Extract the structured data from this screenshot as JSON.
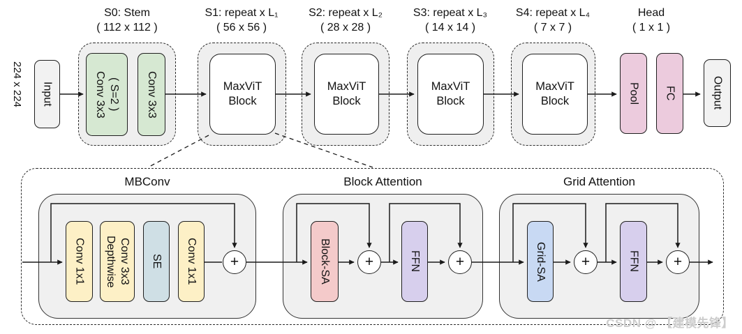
{
  "pipeline": {
    "input_size": "224 x 224",
    "input_label": "Input",
    "stem_conv1": "Conv 3x3\n( S=2 )",
    "stem_conv2": "Conv 3x3",
    "maxvit_block": "MaxViT\nBlock",
    "pool_label": "Pool",
    "fc_label": "FC",
    "output_label": "Output"
  },
  "stage_headers": [
    {
      "title": "S0: Stem",
      "size": "( 112 x 112 )"
    },
    {
      "title": "S1: repeat x L₁",
      "size": "( 56 x 56 )"
    },
    {
      "title": "S2: repeat x L₂",
      "size": "( 28 x 28 )"
    },
    {
      "title": "S3: repeat x L₃",
      "size": "( 14 x 14 )"
    },
    {
      "title": "S4: repeat x L₄",
      "size": "( 7 x 7 )"
    },
    {
      "title": "Head",
      "size": "( 1 x 1 )"
    }
  ],
  "detail": {
    "mbconv_title": "MBConv",
    "block_attention_title": "Block Attention",
    "grid_attention_title": "Grid Attention",
    "conv1x1_a": "Conv 1x1",
    "depthwise": "Depthwise\nConv 3x3",
    "se": "SE",
    "conv1x1_b": "Conv 1x1",
    "block_sa": "Block-SA",
    "ffn_block": "FFN",
    "grid_sa": "Grid-SA",
    "ffn_grid": "FFN",
    "plus": "+"
  },
  "watermark": "CSDN @ 【建模先锋】",
  "colors": {
    "stage_fill": "#efefef",
    "detail_fill": "#f0f0f0",
    "io_gray": "#f2f2f2",
    "stem_green": "#d6e8d2",
    "head_pink": "#eccbdd",
    "conv_yellow": "#fdf0c6",
    "se_blue": "#cfdfe5",
    "block_sa_pink": "#f4caca",
    "ffn_purple": "#d7cfed",
    "grid_sa_blue": "#c8d9f3",
    "line": "#1a1a1a",
    "watermark_gray": "#cdcdcd"
  }
}
